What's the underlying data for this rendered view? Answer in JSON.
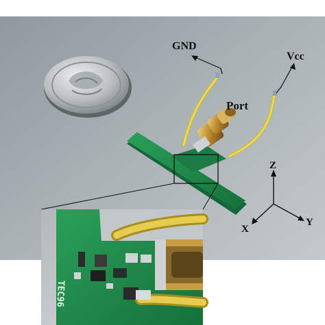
{
  "labels": {
    "gnd": "GND",
    "vcc": "Vcc",
    "port": "Port",
    "axis_z": "Z",
    "axis_x": "X",
    "axis_y": "Y"
  },
  "pcb_marking": "TEC96",
  "colors": {
    "background": "#9aa4aa",
    "pcb_green": "#1f8a4a",
    "wire_yellow": "#e2d24a",
    "connector_gold": "#c99a3a",
    "coin_silver": "#c9ccce"
  }
}
